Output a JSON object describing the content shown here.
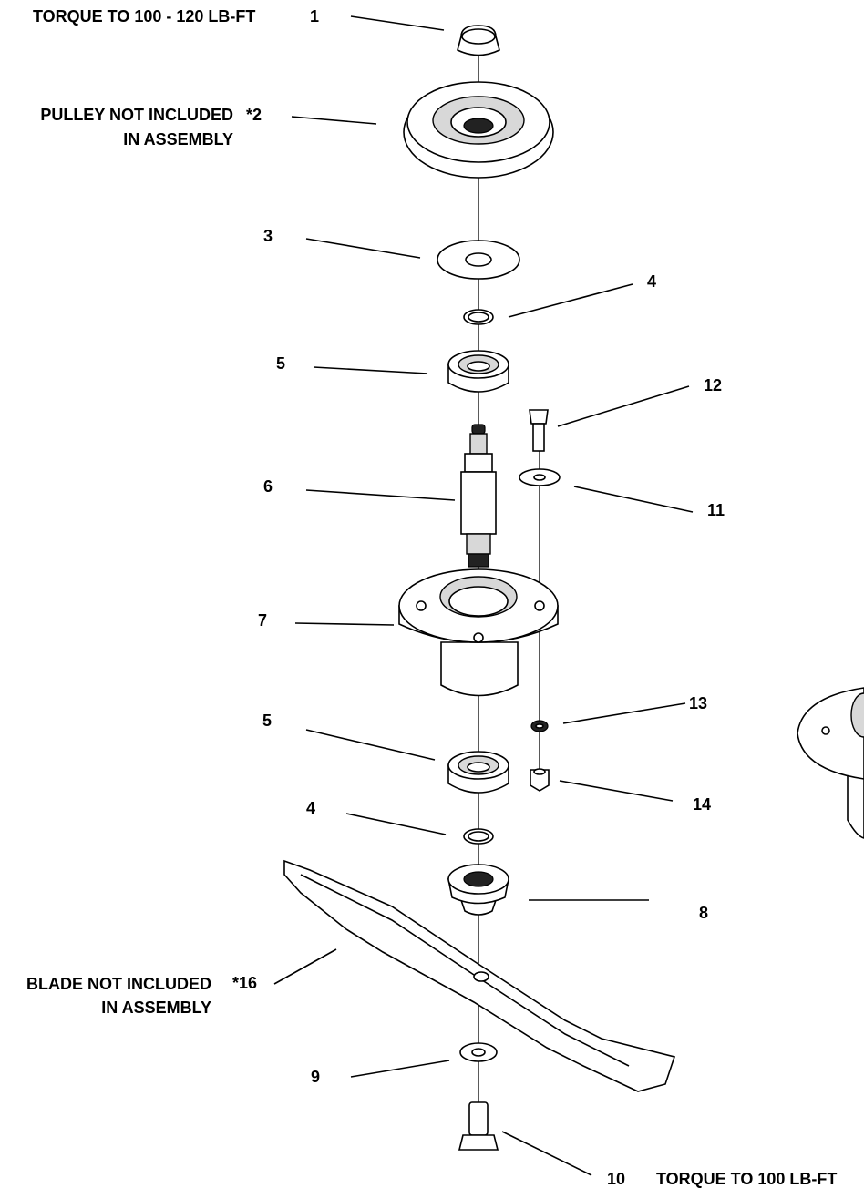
{
  "callouts": {
    "c1": "1",
    "c2": "*2",
    "c3": "3",
    "c4a": "4",
    "c5a": "5",
    "c6": "6",
    "c7": "7",
    "c5b": "5",
    "c4b": "4",
    "c8": "8",
    "c9": "9",
    "c10": "10",
    "c11": "11",
    "c12": "12",
    "c13": "13",
    "c14": "14",
    "c16": "*16"
  },
  "notes": {
    "torque_nut": "TORQUE TO 100 - 120 LB-FT",
    "pulley_line1": "PULLEY NOT INCLUDED",
    "pulley_line2": "IN ASSEMBLY",
    "blade_line1": "BLADE NOT INCLUDED",
    "blade_line2": "IN ASSEMBLY",
    "torque_bolt": "TORQUE TO 100 LB-FT"
  }
}
